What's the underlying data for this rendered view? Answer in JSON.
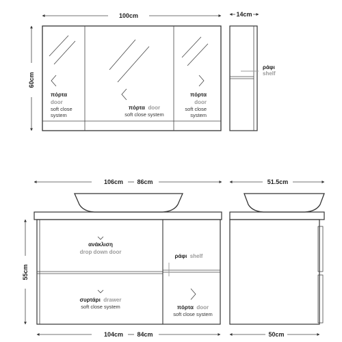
{
  "mirror_cabinet": {
    "width_label": "100cm",
    "height_label": "60cm",
    "depth_label": "14cm",
    "left_door": {
      "gr": "πόρτα",
      "en": "door",
      "sub1": "soft close",
      "sub2": "system"
    },
    "center_door": {
      "gr": "πόρτα",
      "en": "door",
      "sub": "soft close system"
    },
    "right_door": {
      "gr": "πόρτα",
      "en": "door",
      "sub1": "soft close",
      "sub2": "system"
    },
    "side_shelf": {
      "gr": "ράφι",
      "en": "shelf"
    }
  },
  "vanity": {
    "top_width_a": "106cm",
    "top_width_b": "86cm",
    "bottom_width_a": "104cm",
    "bottom_width_b": "84cm",
    "height_label": "55cm",
    "side_top_depth": "51.5cm",
    "side_bottom_depth": "50cm",
    "tilt_drawer": {
      "gr": "ανάκλιση",
      "en": "drop down door"
    },
    "drawer": {
      "gr": "συρτάρι",
      "en": "drawer",
      "sub": "soft close system"
    },
    "shelf": {
      "gr": "ράφι",
      "en": "shelf"
    },
    "side_door": {
      "gr": "πόρτα",
      "en": "door",
      "sub": "soft close system"
    }
  }
}
